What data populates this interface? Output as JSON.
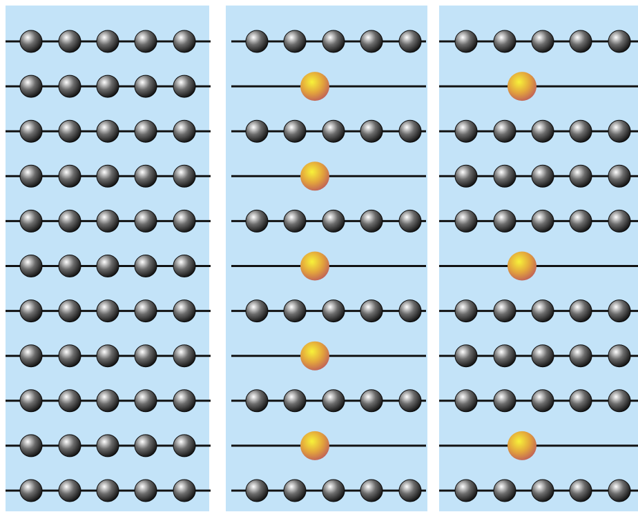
{
  "colors": {
    "panel_bg": "#c3e3f8",
    "line": "#111111",
    "atom_dark_highlight": "#ffffff",
    "atom_dark_mid": "#6b6b6b",
    "atom_dark_edge": "#0a0a0a",
    "atom_gold_highlight": "#f7f23a",
    "atom_gold_mid": "#e3a53c",
    "atom_gold_edge": "#b8525e"
  },
  "panels": [
    {
      "id": "panel-pure-lattice",
      "rows": [
        {
          "kind": "dark",
          "count": 5
        },
        {
          "kind": "dark",
          "count": 5
        },
        {
          "kind": "dark",
          "count": 5
        },
        {
          "kind": "dark",
          "count": 5
        },
        {
          "kind": "dark",
          "count": 5
        },
        {
          "kind": "dark",
          "count": 5
        },
        {
          "kind": "dark",
          "count": 5
        },
        {
          "kind": "dark",
          "count": 5
        },
        {
          "kind": "dark",
          "count": 5
        },
        {
          "kind": "dark",
          "count": 5
        },
        {
          "kind": "dark",
          "count": 5
        }
      ]
    },
    {
      "id": "panel-doped-lattice-a",
      "rows": [
        {
          "kind": "dark",
          "count": 5
        },
        {
          "kind": "gold",
          "count": 1
        },
        {
          "kind": "dark",
          "count": 5
        },
        {
          "kind": "gold",
          "count": 1
        },
        {
          "kind": "dark",
          "count": 5
        },
        {
          "kind": "gold",
          "count": 1
        },
        {
          "kind": "dark",
          "count": 5
        },
        {
          "kind": "gold",
          "count": 1
        },
        {
          "kind": "dark",
          "count": 5
        },
        {
          "kind": "gold",
          "count": 1
        },
        {
          "kind": "dark",
          "count": 5
        }
      ]
    },
    {
      "id": "panel-doped-lattice-b",
      "rows": [
        {
          "kind": "dark",
          "count": 5
        },
        {
          "kind": "gold",
          "count": 1
        },
        {
          "kind": "dark",
          "count": 5
        },
        {
          "kind": "dark",
          "count": 5
        },
        {
          "kind": "dark",
          "count": 5
        },
        {
          "kind": "gold",
          "count": 1
        },
        {
          "kind": "dark",
          "count": 5
        },
        {
          "kind": "dark",
          "count": 5
        },
        {
          "kind": "dark",
          "count": 5
        },
        {
          "kind": "gold",
          "count": 1
        },
        {
          "kind": "dark",
          "count": 5
        }
      ]
    }
  ]
}
